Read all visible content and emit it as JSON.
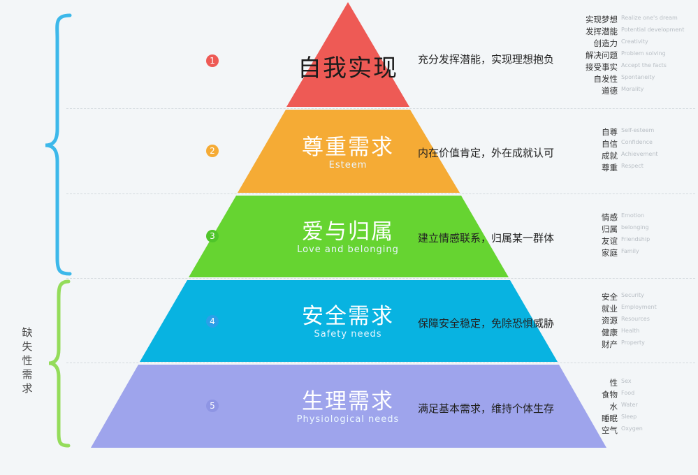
{
  "side_label": "缺\n失\n性\n需\n求",
  "levels": [
    {
      "number": "1",
      "title": "自我实现",
      "subtitle": "",
      "description": "充分发挥潜能，实现理想抱负",
      "color": "#ee5a55",
      "number_color": "#ee5a55",
      "keywords": [
        {
          "zh": "实现梦想",
          "en": "Realize one's dream"
        },
        {
          "zh": "发挥潜能",
          "en": "Potential development"
        },
        {
          "zh": "创造力",
          "en": "Creativity"
        },
        {
          "zh": "解决问题",
          "en": "Problem solving"
        },
        {
          "zh": "接受事实",
          "en": "Accept the facts"
        },
        {
          "zh": "自发性",
          "en": "Spontaneity"
        },
        {
          "zh": "道德",
          "en": "Morality"
        }
      ]
    },
    {
      "number": "2",
      "title": "尊重需求",
      "subtitle": "Esteem",
      "description": "内在价值肯定，外在成就认可",
      "color": "#f5ab35",
      "number_color": "#f5ab35",
      "keywords": [
        {
          "zh": "自尊",
          "en": "Self-esteem"
        },
        {
          "zh": "自信",
          "en": "Confidence"
        },
        {
          "zh": "成就",
          "en": "Achievement"
        },
        {
          "zh": "尊重",
          "en": "Respect"
        }
      ]
    },
    {
      "number": "3",
      "title": "爱与归属",
      "subtitle": "Love and belonging",
      "description": "建立情感联系，归属某一群体",
      "color": "#66d431",
      "number_color": "#4fc52a",
      "keywords": [
        {
          "zh": "情感",
          "en": "Emotion"
        },
        {
          "zh": "归属",
          "en": "belonging"
        },
        {
          "zh": "友谊",
          "en": "Friendship"
        },
        {
          "zh": "家庭",
          "en": "Family"
        }
      ]
    },
    {
      "number": "4",
      "title": "安全需求",
      "subtitle": "Safety needs",
      "description": "保障安全稳定，免除恐惧威胁",
      "color": "#08b3e1",
      "number_color": "#2c9fe8",
      "keywords": [
        {
          "zh": "安全",
          "en": "Security"
        },
        {
          "zh": "就业",
          "en": "Employment"
        },
        {
          "zh": "资源",
          "en": "Resources"
        },
        {
          "zh": "健康",
          "en": "Health"
        },
        {
          "zh": "财产",
          "en": "Property"
        }
      ]
    },
    {
      "number": "5",
      "title": "生理需求",
      "subtitle": "Physiological needs",
      "description": "满足基本需求，维持个体生存",
      "color": "#9ea4ec",
      "number_color": "#8e95e4",
      "keywords": [
        {
          "zh": "性",
          "en": "Sex"
        },
        {
          "zh": "食物",
          "en": "Food"
        },
        {
          "zh": "水",
          "en": "Water"
        },
        {
          "zh": "睡眠",
          "en": "Sleep"
        },
        {
          "zh": "空气",
          "en": "Oxygen"
        }
      ]
    }
  ],
  "bracket_colors": {
    "upper": "#3cb8ea",
    "lower": "#94dc5a"
  }
}
